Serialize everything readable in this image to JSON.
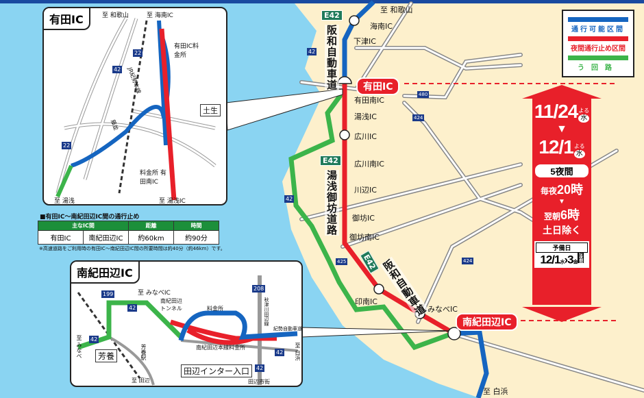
{
  "legend": {
    "items": [
      {
        "label": "通行可能区間",
        "color": "#1565c0"
      },
      {
        "label": "夜間通行止め区間",
        "color": "#e8202a"
      },
      {
        "label": "う回路",
        "color": "#3cb44a"
      }
    ]
  },
  "main_map": {
    "to_wakayama": "至 和歌山",
    "to_shirahama": "至 白浜",
    "route_e42_a": "E42",
    "route_e42_b": "E42",
    "route_e42_c": "E42",
    "hanwa_name": "阪和自動車道",
    "yuasa_gobo_name": "湯浅御坊道路",
    "hanwa_name2": "阪和自動車道",
    "arida_tag": "有田IC",
    "minamikii_tag": "南紀田辺IC",
    "ics": [
      "海南IC",
      "下津IC",
      "有田南IC",
      "湯浅IC",
      "広川IC",
      "広川南IC",
      "川辺IC",
      "御坊IC",
      "御坊南IC",
      "印南IC",
      "みなべIC"
    ],
    "route_shields": [
      "42",
      "42",
      "480",
      "424",
      "425",
      "424"
    ]
  },
  "closure": {
    "start_month_day": "11/24",
    "start_day_note": "よる",
    "start_weekday": "水",
    "end_month_day": "12/1",
    "end_day_note": "よる",
    "end_weekday": "水",
    "nights": "5夜間",
    "nightly_prefix": "毎夜",
    "nightly_start": "20時",
    "morning_prefix": "翌朝",
    "morning_end": "6時",
    "exclusion": "土日除く",
    "reserve_title": "予備日",
    "reserve_month": "12/",
    "reserve_start": "1",
    "reserve_start_wd": "水",
    "reserve_end": "3",
    "reserve_end_wd": "金",
    "reserve_nights": "2夜間"
  },
  "arida_inset": {
    "title": "有田IC",
    "labels": [
      "至 和歌山",
      "至 海南IC",
      "有田IC料金所",
      "土生",
      "料金所 有田南IC",
      "至 湯浅IC",
      "至 湯浅",
      "JR紀勢本線",
      "藤並"
    ],
    "shields": [
      "22",
      "42",
      "22"
    ]
  },
  "closure_table": {
    "heading": "■有田IC～南紀田辺IC間の通行止め",
    "columns": [
      "主なIC間",
      "距離",
      "時間"
    ],
    "row": [
      "有田IC",
      "南紀田辺IC",
      "約60km",
      "約90分"
    ],
    "note": "※高速道路をご利用時の有田IC～南紀田辺IC間の所要時間は約40分（約46km）です。"
  },
  "minamikii_inset": {
    "title": "南紀田辺IC",
    "labels": [
      "至 みなべIC",
      "南紀田辺トンネル",
      "料金所",
      "紀勢自動車道",
      "秋津川田辺線",
      "南紀田辺本線料金所",
      "至 白浜",
      "田辺市街",
      "至 田辺",
      "芳養駅",
      "至 みなべ"
    ],
    "boxed": [
      "芳養",
      "田辺インター入口"
    ],
    "shields": [
      "199",
      "42",
      "42",
      "208",
      "42",
      "42"
    ]
  }
}
